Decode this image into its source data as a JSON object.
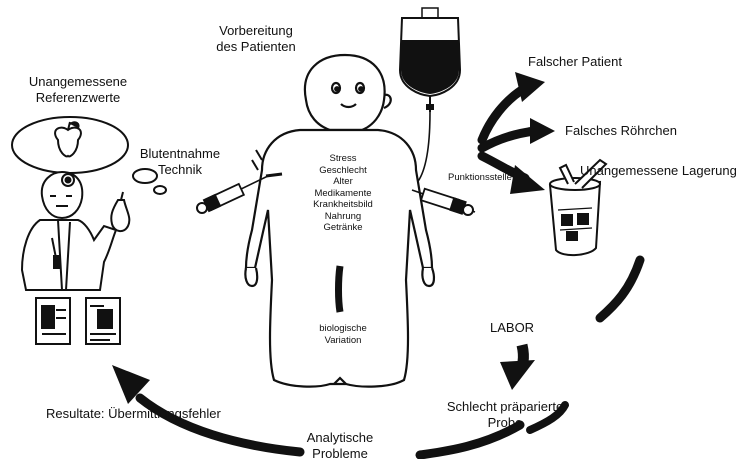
{
  "labels": {
    "vorbereitung": [
      "Vorbereitung",
      "des Patienten"
    ],
    "referenzwerte": [
      "Unangemessene",
      "Referenzwerte"
    ],
    "blutentnahme": [
      "Blutentnahme",
      "Technik"
    ],
    "falscher_patient": "Falscher Patient",
    "falsches_roehrchen": "Falsches Röhrchen",
    "lagerung": "Unangemessene Lagerung",
    "punktionsstelle": "Punktionsstelle",
    "body_factors": [
      "Stress",
      "Geschlecht",
      "Alter",
      "Medikamente",
      "Krankheitsbild",
      "Nahrung",
      "Getränke"
    ],
    "biologische": [
      "biologische",
      "Variation"
    ],
    "labor": "LABOR",
    "schlecht": [
      "Schlecht präparierte",
      "Probe"
    ],
    "analytische": [
      "Analytische",
      "Probleme"
    ],
    "resultate": "Resultate: Übermittlungsfehler"
  },
  "colors": {
    "ink": "#111111",
    "background": "#ffffff"
  }
}
